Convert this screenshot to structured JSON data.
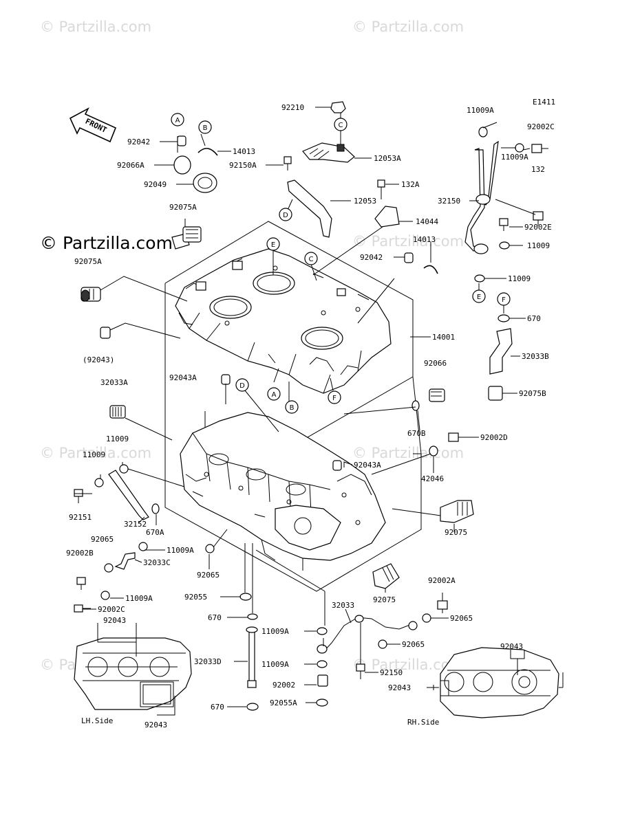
{
  "diagram_code": "E1411",
  "front_label": "FRONT",
  "watermarks": {
    "top_left": "© Partzilla.com",
    "top_right": "© Partzilla.com",
    "main": "© Partzilla.com",
    "mid": "© Partzilla.com",
    "left1": "© Partzilla.com",
    "right1": "© Partzilla.com",
    "left2": "© Partzilla.com",
    "right2": "© Partzilla.com"
  },
  "side_labels": {
    "lh": "LH.Side",
    "rh": "RH.Side"
  },
  "callouts": [
    "A",
    "B",
    "C",
    "D",
    "E",
    "F"
  ],
  "parts": {
    "p92210": "92210",
    "p92042_a": "92042",
    "p14013_a": "14013",
    "p12053A": "12053A",
    "p92066A": "92066A",
    "p92150A": "92150A",
    "p92049": "92049",
    "p12053": "12053",
    "p132A": "132A",
    "p92075A_a": "92075A",
    "p14044": "14044",
    "p92042_b": "92042",
    "p14013_b": "14013",
    "p92075A_b": "92075A",
    "p92043_paren": "(92043)",
    "p14001": "14001",
    "p11009A_a": "11009A",
    "p92002C_a": "92002C",
    "p11009A_b": "11009A",
    "p132": "132",
    "p32150": "32150",
    "p92002E": "92002E",
    "p11009_a": "11009",
    "p11009_b": "11009",
    "p670_a": "670",
    "p32033B": "32033B",
    "p92075B": "92075B",
    "p32033A": "32033A",
    "p92043A_a": "92043A",
    "p92066": "92066",
    "p670B": "670B",
    "p92002D": "92002D",
    "p11009_c": "11009",
    "p11009_d": "11009",
    "p92043A_b": "92043A",
    "p42046": "42046",
    "p92151": "92151",
    "p32152": "32152",
    "p670A": "670A",
    "p92075": "92075",
    "p92065_a": "92065",
    "p11009A_c": "11009A",
    "p92002B": "92002B",
    "p32033C": "32033C",
    "p92065_b": "92065",
    "p11009A_d": "11009A",
    "p92055": "92055",
    "p92075_b": "92075",
    "p92002A": "92002A",
    "p92002C_b": "92002C",
    "p670_b": "670",
    "p32033": "32033",
    "p92065_c": "92065",
    "p11009A_e": "11009A",
    "p92065_d": "92065",
    "p92043_lh": "92043",
    "p32033D": "32033D",
    "p11009A_f": "11009A",
    "p92150": "92150",
    "p92043_rh_top": "92043",
    "p92002": "92002",
    "p92043_rh": "92043",
    "p670_c": "670",
    "p92055A": "92055A",
    "p92043_lh_bottom": "92043"
  }
}
